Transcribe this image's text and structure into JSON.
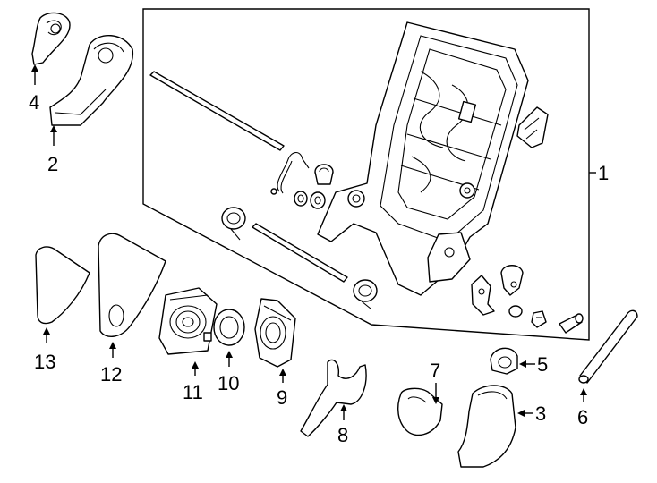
{
  "diagram": {
    "callouts": {
      "p1": "1",
      "p2": "2",
      "p3": "3",
      "p4": "4",
      "p5": "5",
      "p6": "6",
      "p7": "7",
      "p8": "8",
      "p9": "9",
      "p10": "10",
      "p11": "11",
      "p12": "12",
      "p13": "13"
    }
  }
}
